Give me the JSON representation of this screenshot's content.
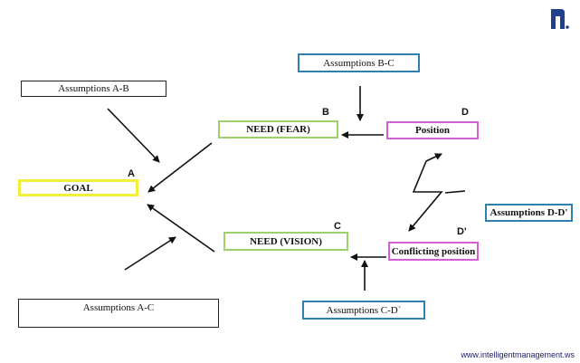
{
  "boxes": {
    "goal": "GOAL",
    "need_fear": "NEED (FEAR)",
    "need_vision": "NEED (VISION)",
    "position": "Position",
    "conflicting_position": "Conflicting position",
    "assumptions_ab": "Assumptions A-B",
    "assumptions_ac": "Assumptions A-C",
    "assumptions_bc": "Assumptions B-C",
    "assumptions_cd": "Assumptions C-D`",
    "assumptions_dd": "Assumptions D-D'"
  },
  "labels": {
    "a": "A",
    "b": "B",
    "c": "C",
    "d": "D",
    "d_prime": "D'"
  },
  "footer": {
    "url": "www.intelligentmanagement.ws"
  },
  "logo": {
    "text": "im",
    "color": "#1f3f8f"
  },
  "colors": {
    "goal_border": "#f2ee3c",
    "need_border": "#9bd26a",
    "position_border": "#d45fd4",
    "assumption_blue_border": "#2f7fb0",
    "assumption_plain_border": "#222222"
  }
}
